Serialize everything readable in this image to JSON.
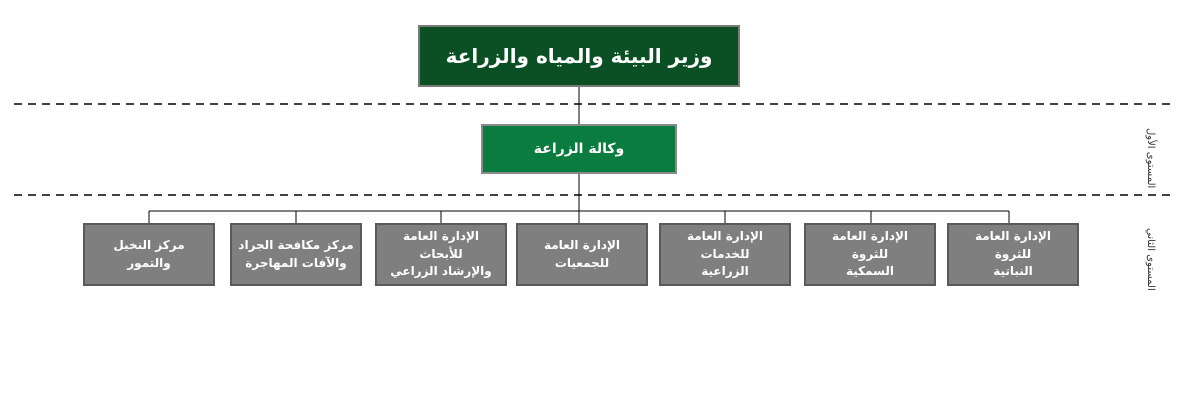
{
  "minister": "وزير البيئة والمياه والزراعة",
  "agency": "وكالة الزراعة",
  "levels": [
    {
      "line1": "المستوى",
      "line2": "الأول"
    },
    {
      "line1": "المستوى",
      "line2": "الثاني"
    }
  ],
  "departments": [
    {
      "line1": "الإدارة العامة للثروة",
      "line2": "النباتية"
    },
    {
      "line1": "الإدارة العامة للثروة",
      "line2": "السمكية"
    },
    {
      "line1": "الإدارة العامة للخدمات",
      "line2": "الزراعية"
    },
    {
      "line1": "الإدارة العامة للجمعيات",
      "line2": ""
    },
    {
      "line1": "الإدارة العامة للأبحاث",
      "line2": "والإرشاد الزراعي"
    },
    {
      "line1": "مركز مكافحة الجراد",
      "line2": "والآفات المهاجرة"
    },
    {
      "line1": "مركز النخيل والتمور",
      "line2": ""
    }
  ]
}
